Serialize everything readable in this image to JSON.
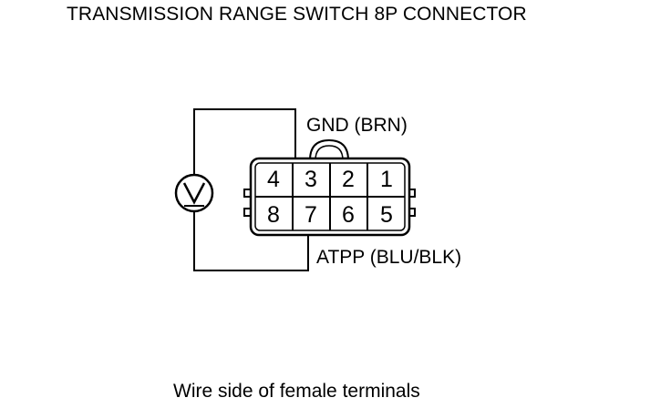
{
  "title": "TRANSMISSION RANGE SWITCH 8P CONNECTOR",
  "caption": "Wire side of female terminals",
  "connector": {
    "top_row": [
      "4",
      "3",
      "2",
      "1"
    ],
    "bottom_row": [
      "8",
      "7",
      "6",
      "5"
    ]
  },
  "labels": {
    "gnd": "GND (BRN)",
    "atpp": "ATPP (BLU/BLK)"
  },
  "meter": {
    "symbol": "V",
    "icon": "voltmeter-icon"
  }
}
